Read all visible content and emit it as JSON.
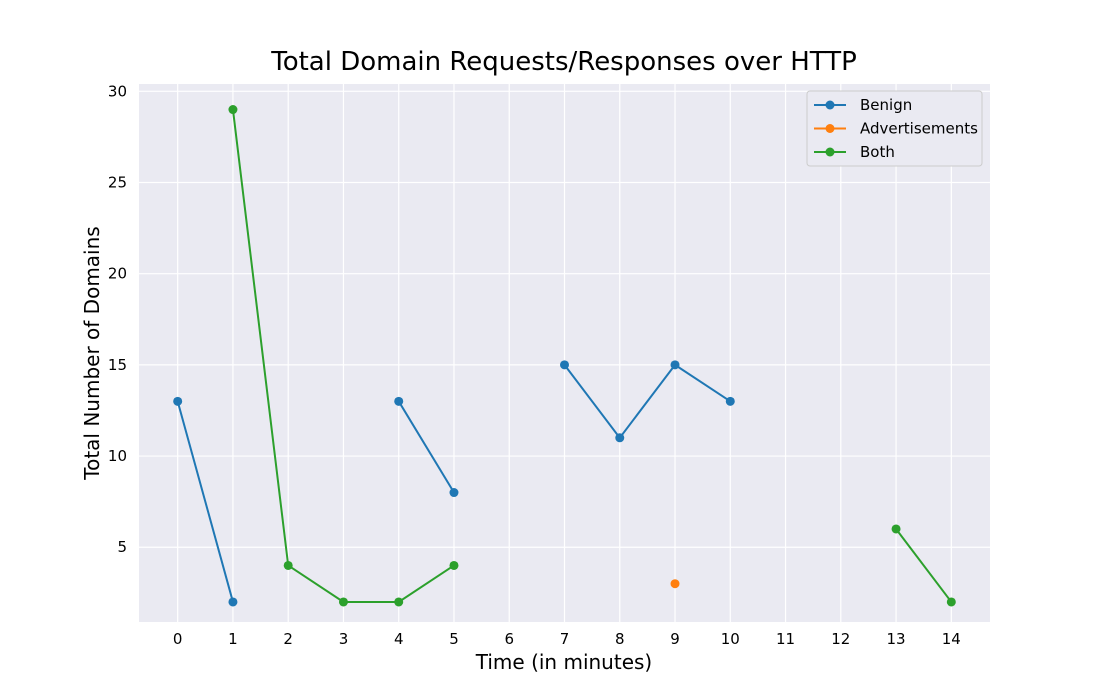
{
  "chart_data": {
    "type": "line",
    "title": "Total Domain Requests/Responses over HTTP",
    "xlabel": "Time (in minutes)",
    "ylabel": "Total Number of Domains",
    "xlim": [
      -0.7,
      14.7
    ],
    "ylim": [
      0.9,
      30.4
    ],
    "xticks": [
      0,
      1,
      2,
      3,
      4,
      5,
      6,
      7,
      8,
      9,
      10,
      11,
      12,
      13,
      14
    ],
    "yticks": [
      5,
      10,
      15,
      20,
      25,
      30
    ],
    "grid": true,
    "background": "#eaeaf2",
    "legend_position": "top-right",
    "series": [
      {
        "name": "Benign",
        "color": "#1f77b4",
        "segments": [
          [
            [
              0,
              13
            ],
            [
              1,
              2
            ]
          ],
          [
            [
              4,
              13
            ],
            [
              5,
              8
            ]
          ],
          [
            [
              7,
              15
            ],
            [
              8,
              11
            ],
            [
              9,
              15
            ],
            [
              10,
              13
            ]
          ]
        ]
      },
      {
        "name": "Advertisements",
        "color": "#ff7f0e",
        "segments": [
          [
            [
              9,
              3
            ]
          ]
        ]
      },
      {
        "name": "Both",
        "color": "#2ca02c",
        "segments": [
          [
            [
              1,
              29
            ],
            [
              2,
              4
            ],
            [
              3,
              2
            ],
            [
              4,
              2
            ],
            [
              5,
              4
            ]
          ],
          [
            [
              13,
              6
            ],
            [
              14,
              2
            ]
          ]
        ]
      }
    ]
  }
}
